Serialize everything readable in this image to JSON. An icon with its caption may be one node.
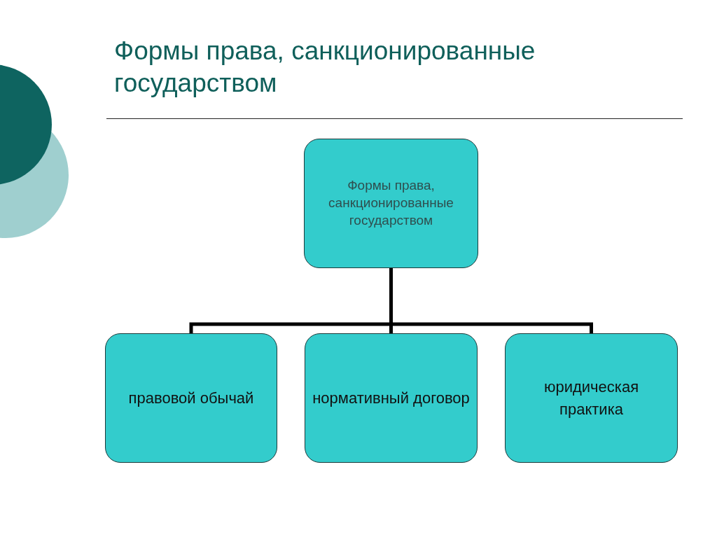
{
  "diagram": {
    "title": "Формы права, санкционированные государством",
    "nodes": [
      {
        "text": [
          "Формы права, санкционированные государством"
        ]
      },
      {
        "text": [
          "правовой обычай"
        ]
      },
      {
        "text": [
          "нормативный договор"
        ]
      },
      {
        "text": [
          "юридическая практика"
        ]
      }
    ],
    "edges": [
      {
        "from": 0,
        "to": 1,
        "arrow": "none"
      },
      {
        "from": 0,
        "to": 2,
        "arrow": "none"
      },
      {
        "from": 0,
        "to": 3,
        "arrow": "none"
      }
    ]
  }
}
